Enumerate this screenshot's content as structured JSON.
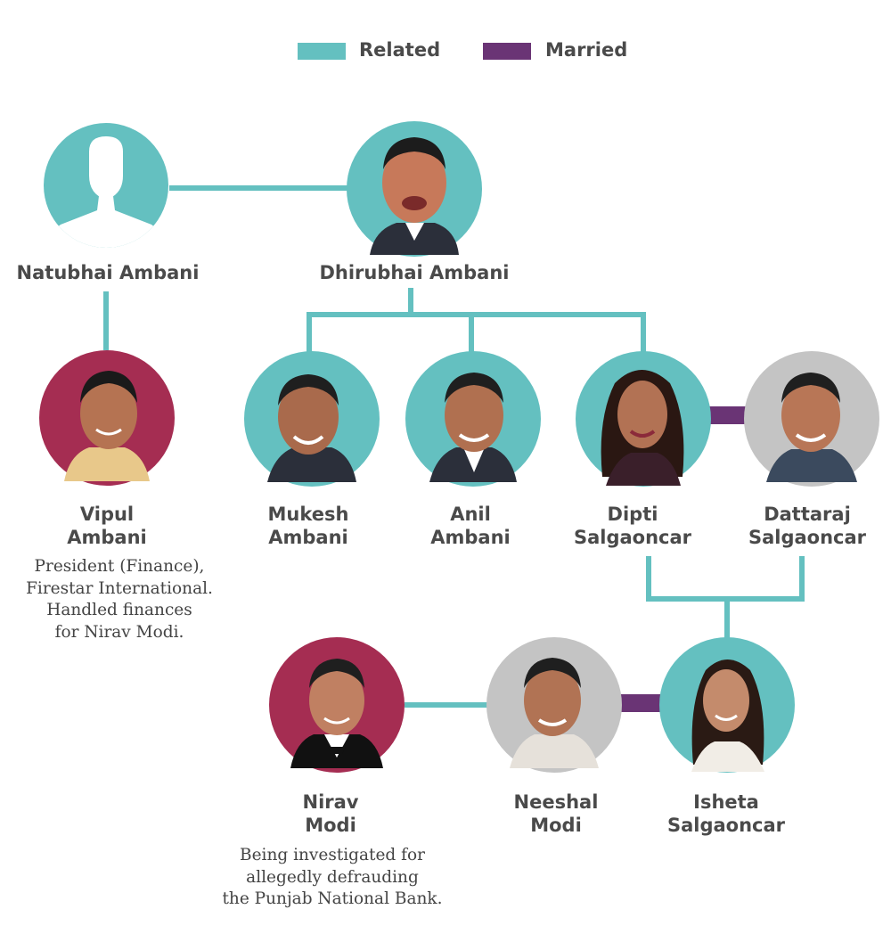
{
  "legend": {
    "related": {
      "label": "Related",
      "color": "#64c0c0"
    },
    "married": {
      "label": "Married",
      "color": "#6a3475"
    }
  },
  "colors": {
    "teal": "#64c0c0",
    "crimson": "#a52d52",
    "grey": "#c4c4c4",
    "married_line": "#6a3475",
    "avatar_silhouette": "#ffffff"
  },
  "people": {
    "natubhai": {
      "name": "Natubhai Ambani",
      "photo": "silhouette-avatar",
      "ring": "teal"
    },
    "dhirubhai": {
      "name": "Dhirubhai Ambani",
      "photo": "portrait",
      "ring": "teal"
    },
    "vipul": {
      "name": "Vipul\nAmbani",
      "description": "President (Finance),\nFirestar International.\nHandled finances\nfor Nirav Modi.",
      "photo": "portrait",
      "ring": "crimson"
    },
    "mukesh": {
      "name": "Mukesh\nAmbani",
      "photo": "portrait",
      "ring": "teal"
    },
    "anil": {
      "name": "Anil\nAmbani",
      "photo": "portrait",
      "ring": "teal"
    },
    "dipti": {
      "name": "Dipti\nSalgaoncar",
      "photo": "portrait",
      "ring": "teal"
    },
    "dattaraj": {
      "name": "Dattaraj\nSalgaoncar",
      "photo": "portrait",
      "ring": "grey"
    },
    "nirav": {
      "name": "Nirav\nModi",
      "description": "Being investigated for\nallegedly defrauding\nthe Punjab National Bank.",
      "photo": "portrait",
      "ring": "crimson"
    },
    "neeshal": {
      "name": "Neeshal\nModi",
      "photo": "portrait",
      "ring": "grey"
    },
    "isheta": {
      "name": "Isheta\nSalgaoncar",
      "photo": "portrait",
      "ring": "teal"
    }
  },
  "relations": [
    {
      "from": "natubhai",
      "to": "dhirubhai",
      "type": "related"
    },
    {
      "from": "natubhai",
      "to": "vipul",
      "type": "related"
    },
    {
      "from": "dhirubhai",
      "to": "mukesh",
      "type": "related"
    },
    {
      "from": "dhirubhai",
      "to": "anil",
      "type": "related"
    },
    {
      "from": "dhirubhai",
      "to": "dipti",
      "type": "related"
    },
    {
      "from": "dipti",
      "to": "dattaraj",
      "type": "married"
    },
    {
      "from": "dipti",
      "to": "isheta",
      "type": "related"
    },
    {
      "from": "dattaraj",
      "to": "isheta",
      "type": "related"
    },
    {
      "from": "nirav",
      "to": "neeshal",
      "type": "related"
    },
    {
      "from": "neeshal",
      "to": "isheta",
      "type": "married"
    }
  ]
}
